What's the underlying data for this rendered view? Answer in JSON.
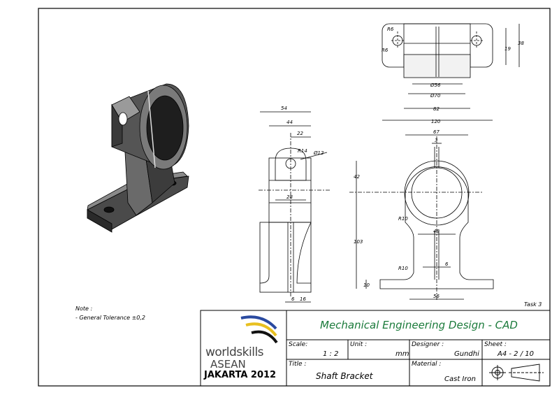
{
  "note": {
    "heading": "Note :",
    "items": [
      "- General Tolerance ±0,2"
    ]
  },
  "task": "Task 3",
  "title_block": {
    "project_title": "Mechanical Engineering Design - CAD",
    "logo_lines": [
      "worldskills",
      "ASEAN",
      "JAKARTA 2012"
    ],
    "scale_label": "Scale:",
    "scale_value": "1 : 2",
    "unit_label": "Unit :",
    "unit_value": "mm",
    "designer_label": "Designer :",
    "designer_value": "Gundhi",
    "sheet_label": "Sheet :",
    "sheet_value": "A4 - 2 / 10",
    "title_label": "Title :",
    "title_value": "Shaft Bracket",
    "material_label": "Material :",
    "material_value": "Cast Iron"
  },
  "top_view_dims": [
    "R6",
    "R6",
    "Ø56",
    "Ø70",
    "82",
    "120",
    "19",
    "38"
  ],
  "side_view_dims": [
    "54",
    "44",
    "22",
    "R14",
    "Ø12",
    "28",
    "6",
    "16"
  ],
  "front_view_dims": [
    "67",
    "3",
    "42",
    "R10",
    "48",
    "103",
    "R10",
    "6",
    "10",
    "56"
  ],
  "colors": {
    "line": "#000000",
    "accent_title": "#1a7a3a",
    "logo_blue": "#2a4aa0",
    "logo_yellow": "#e8c020"
  }
}
